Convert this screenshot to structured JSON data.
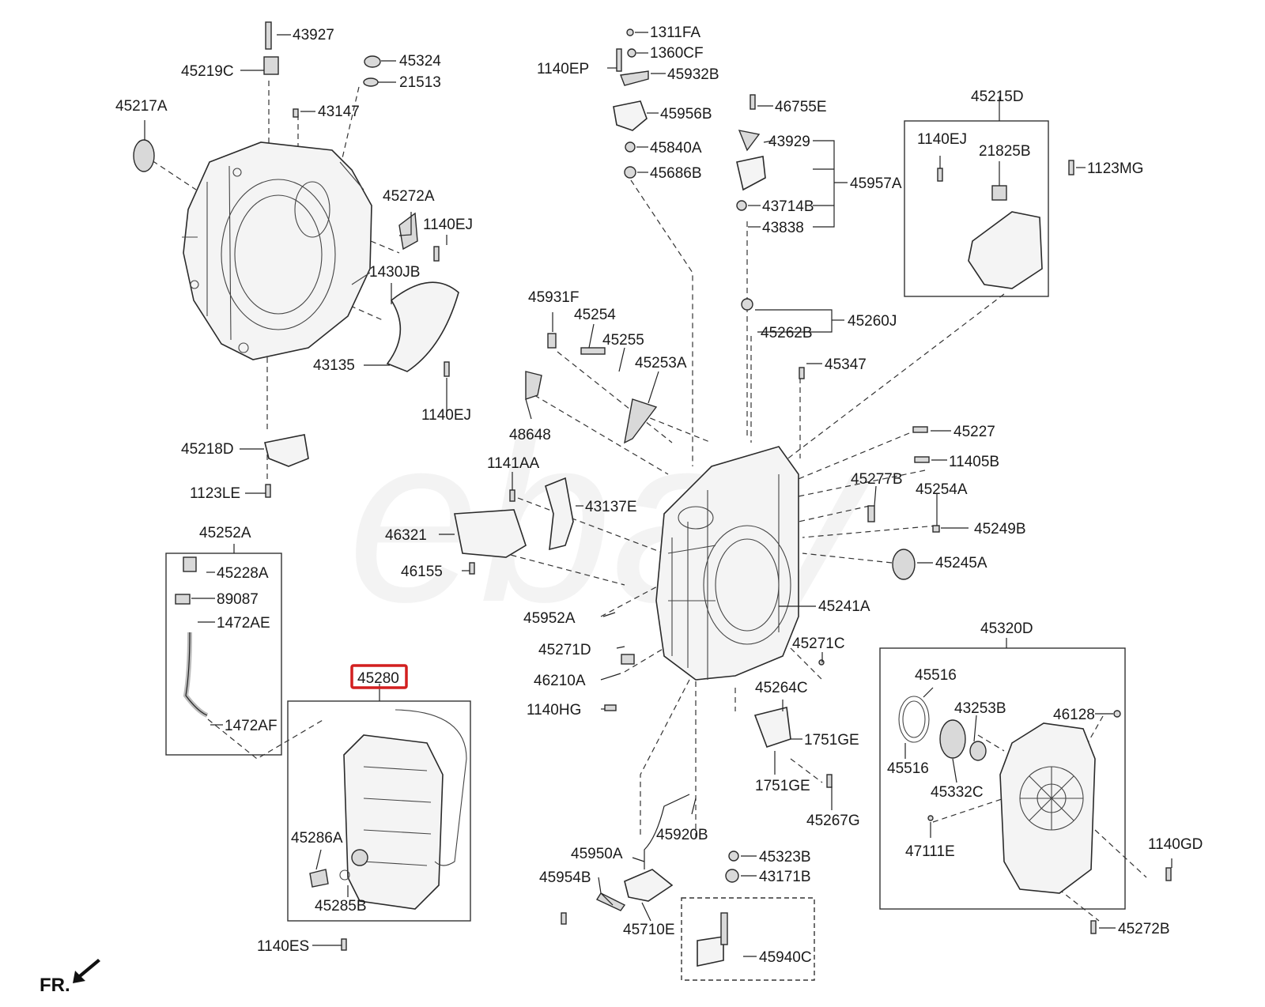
{
  "diagram": {
    "highlighted_part": "45280",
    "direction_marker": "FR.",
    "watermark": "ebay",
    "part_numbers": [
      "43927",
      "45324",
      "45219C",
      "21513",
      "43147",
      "45217A",
      "45272A",
      "1140EJ",
      "1430JB",
      "43135",
      "1140EJ",
      "45218D",
      "1123LE",
      "1311FA",
      "1360CF",
      "1140EP",
      "45932B",
      "45956B",
      "46755E",
      "45840A",
      "43929",
      "45686B",
      "45957A",
      "43714B",
      "43838",
      "45215D",
      "1140EJ",
      "21825B",
      "1123MG",
      "45931F",
      "45254",
      "45255",
      "45253A",
      "48648",
      "45260J",
      "45262B",
      "45347",
      "45227",
      "11405B",
      "45277B",
      "45254A",
      "45249B",
      "45245A",
      "1141AA",
      "43137E",
      "46321",
      "46155",
      "45952A",
      "45241A",
      "45271D",
      "45271C",
      "46210A",
      "1140HG",
      "45264C",
      "1751GE",
      "1751GE",
      "45267G",
      "45252A",
      "45228A",
      "89087",
      "1472AE",
      "1472AF",
      "45280",
      "45286A",
      "45285B",
      "1140ES",
      "45920B",
      "45950A",
      "45954B",
      "45710E",
      "45323B",
      "43171B",
      "45940C",
      "45320D",
      "45516",
      "45516",
      "43253B",
      "46128",
      "45332C",
      "47111E",
      "1140GD",
      "45272B"
    ]
  }
}
